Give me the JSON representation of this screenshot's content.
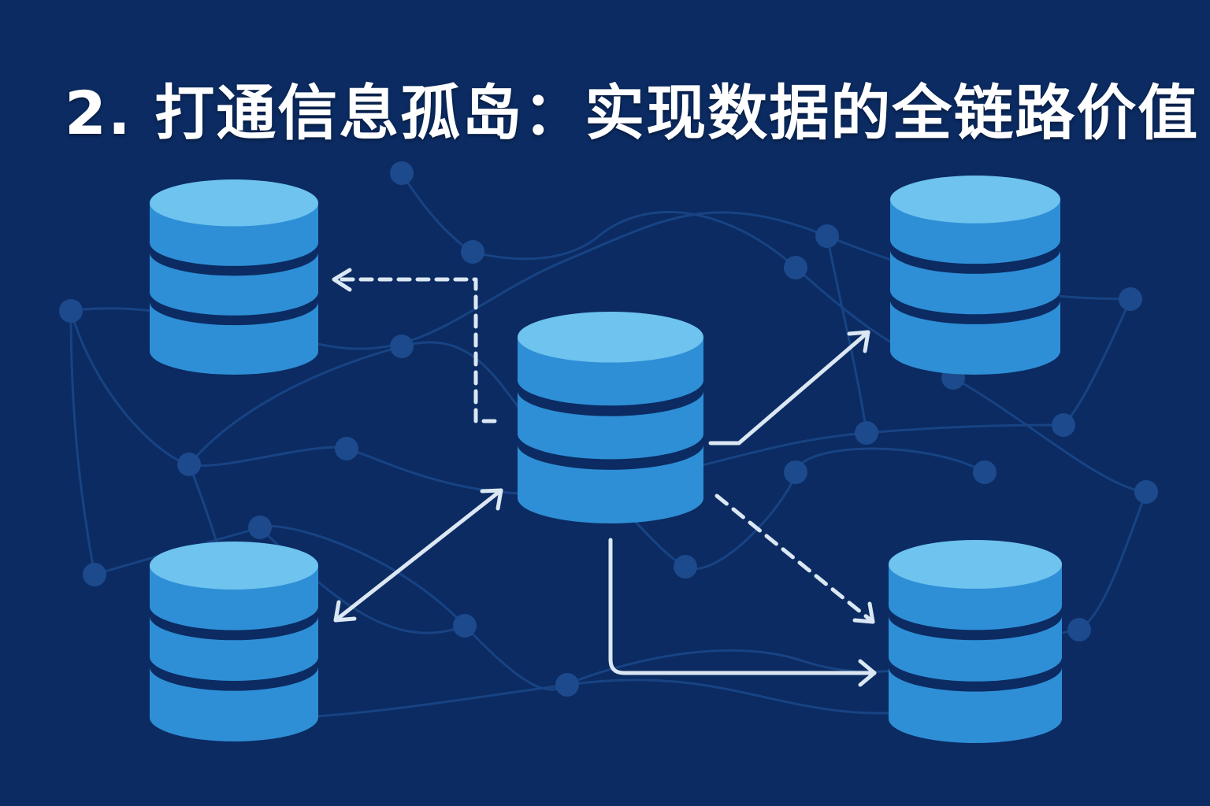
{
  "title": "2. 打通信息孤岛：实现数据的全链路价值",
  "colors": {
    "background": "#0b2b62",
    "db_top": "#6ec3ef",
    "db_body": "#2e8fd6",
    "network": "#1c4a8c",
    "arrow": "#dbe7f3"
  },
  "nodes": [
    {
      "name": "database-top-left"
    },
    {
      "name": "database-top-right"
    },
    {
      "name": "database-center"
    },
    {
      "name": "database-bottom-left"
    },
    {
      "name": "database-bottom-right"
    }
  ]
}
